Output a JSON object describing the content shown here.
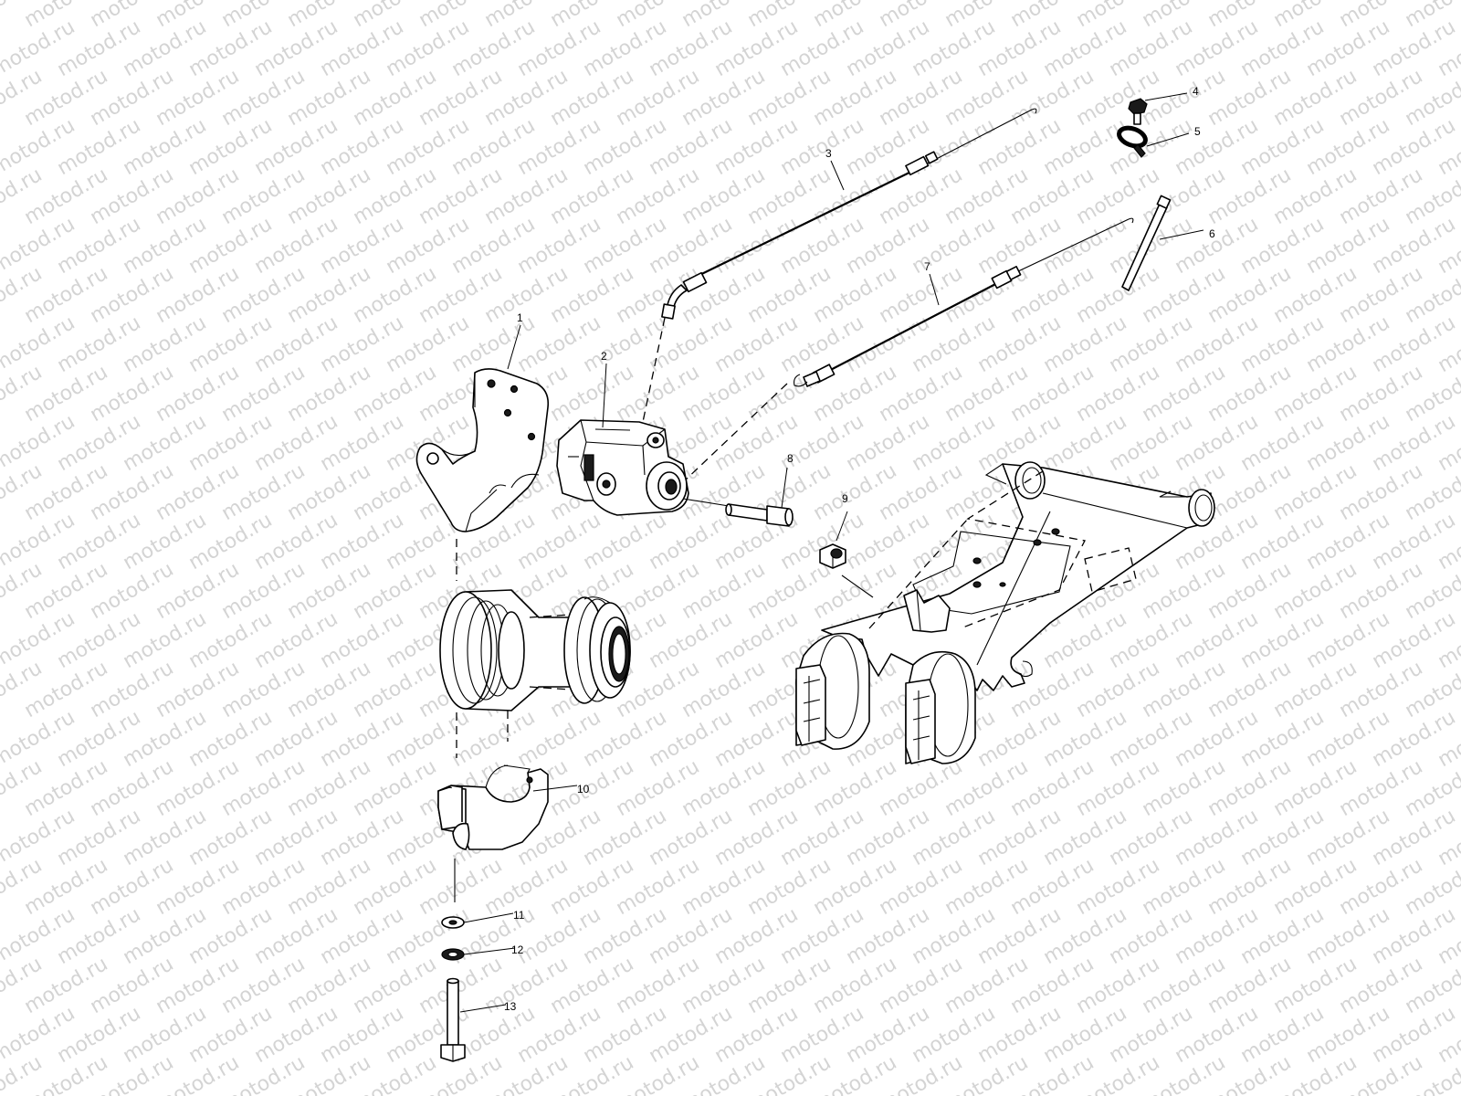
{
  "watermark": {
    "text": "motod.ru",
    "color": "#d4d4d4"
  },
  "callouts": [
    {
      "id": "1",
      "label": "1"
    },
    {
      "id": "2",
      "label": "2"
    },
    {
      "id": "3",
      "label": "3"
    },
    {
      "id": "4",
      "label": "4"
    },
    {
      "id": "5",
      "label": "5"
    },
    {
      "id": "6",
      "label": "6"
    },
    {
      "id": "7",
      "label": "7"
    },
    {
      "id": "8",
      "label": "8"
    },
    {
      "id": "9",
      "label": "9"
    },
    {
      "id": "10",
      "label": "10"
    },
    {
      "id": "11",
      "label": "11"
    },
    {
      "id": "12",
      "label": "12"
    },
    {
      "id": "13",
      "label": "13"
    }
  ],
  "parts": [
    {
      "ref": "1",
      "icon": "caliper-bracket-icon"
    },
    {
      "ref": "2",
      "icon": "brake-caliper-icon"
    },
    {
      "ref": "3",
      "icon": "brake-cable-icon"
    },
    {
      "ref": "4",
      "icon": "screw-icon"
    },
    {
      "ref": "5",
      "icon": "cable-clamp-icon"
    },
    {
      "ref": "6",
      "icon": "cable-tie-icon"
    },
    {
      "ref": "7",
      "icon": "parking-brake-cable-icon"
    },
    {
      "ref": "8",
      "icon": "pin-icon"
    },
    {
      "ref": "9",
      "icon": "nut-icon"
    },
    {
      "ref": "10",
      "icon": "bearing-cap-icon"
    },
    {
      "ref": "11",
      "icon": "washer-icon"
    },
    {
      "ref": "12",
      "icon": "lock-washer-icon"
    },
    {
      "ref": "13",
      "icon": "bolt-icon"
    }
  ]
}
